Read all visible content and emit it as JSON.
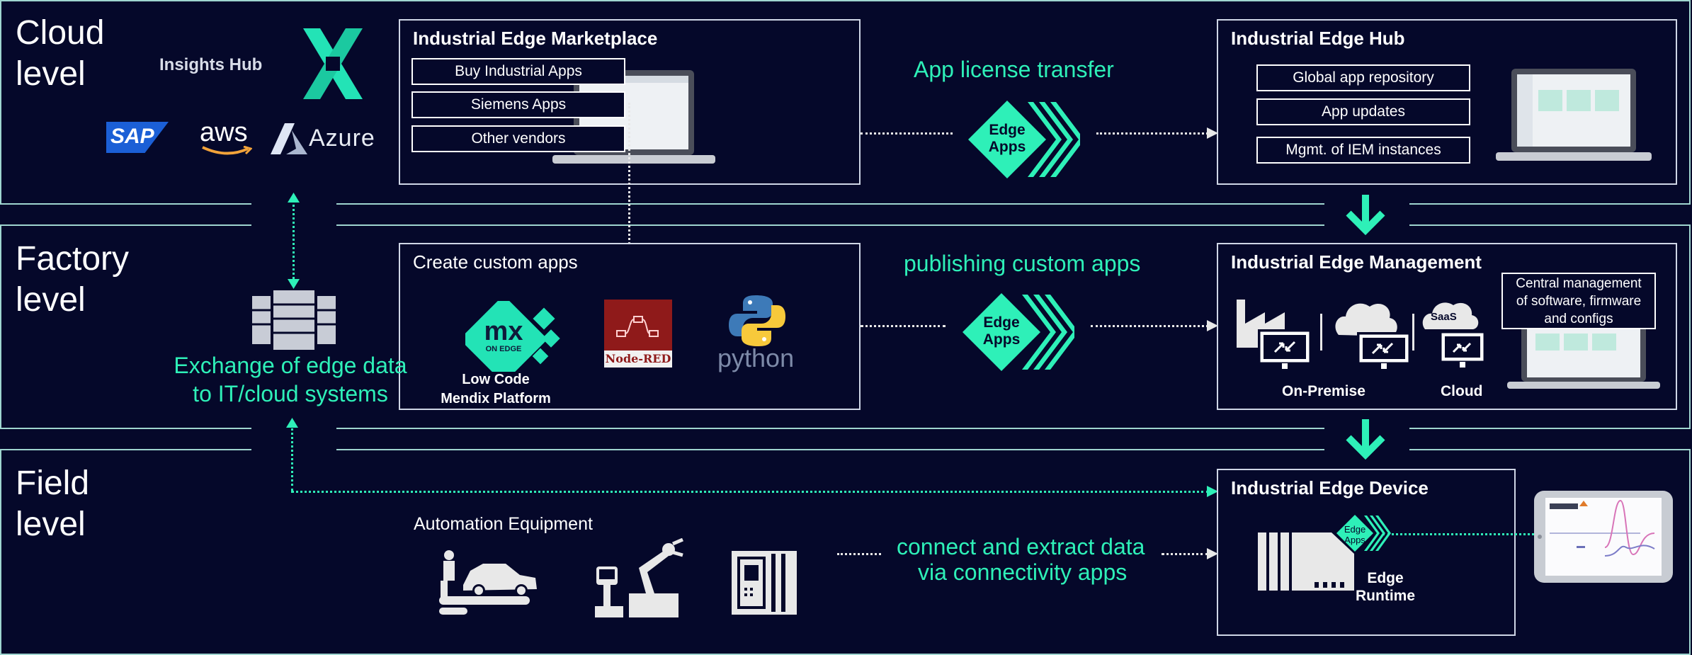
{
  "levels": {
    "cloud": "Cloud\nlevel",
    "factory": "Factory\nlevel",
    "field": "Field\nlevel"
  },
  "cloud_logos": {
    "insights_hub": "Insights Hub",
    "sap": "SAP",
    "aws": "aws",
    "azure": "Azure"
  },
  "marketplace": {
    "title": "Industrial Edge Marketplace",
    "items": [
      "Buy Industrial Apps",
      "Siemens Apps",
      "Other vendors"
    ]
  },
  "hub": {
    "title": "Industrial Edge Hub",
    "items": [
      "Global app repository",
      "App updates",
      "Mgmt. of IEM instances"
    ]
  },
  "flows": {
    "license": "App license transfer",
    "publishing": "publishing custom apps",
    "connect_line1": "connect and extract data",
    "connect_line2": "via connectivity apps"
  },
  "edge_apps_label": "Edge\nApps",
  "custom_apps": {
    "title": "Create custom apps",
    "mendix_badge_top": "mx",
    "mendix_badge_bottom": "ON EDGE",
    "mendix_caption": "Low Code\nMendix Platform",
    "nodered": "Node-RED",
    "python": "python"
  },
  "exchange": "Exchange of edge data\nto IT/cloud systems",
  "iem": {
    "title": "Industrial Edge Management",
    "central": "Central management\nof software, firmware\nand configs",
    "saas": "SaaS",
    "on_premise": "On-Premise",
    "cloud": "Cloud"
  },
  "field": {
    "automation_title": "Automation Equipment"
  },
  "device": {
    "title": "Industrial Edge Device",
    "runtime": "Edge\nRuntime",
    "small_apps": "Edge\nApps"
  },
  "colors": {
    "background": "#05082a",
    "accent": "#2ef0b8",
    "border": "#9fd5cf",
    "nodered_red": "#8f1a1a"
  },
  "icons": [
    "server-icon",
    "factory-icon",
    "cloud-icon",
    "saas-cloud-icon",
    "monitor-icon",
    "car-assembly-icon",
    "robot-arm-icon",
    "control-cabinet-icon",
    "edge-device-icon",
    "tablet-icon",
    "laptop-icon",
    "arrow-down-icon"
  ]
}
